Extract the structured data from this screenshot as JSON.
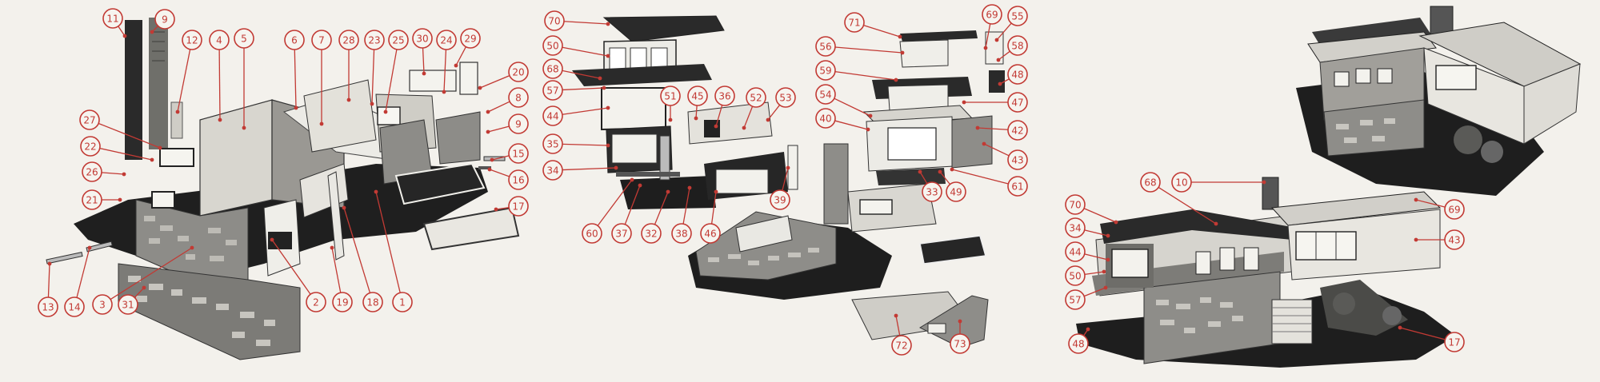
{
  "colors": {
    "background": "#f3f1ec",
    "accent": "#c23a34",
    "ink": "#1e1e1e",
    "stone": "#8a8a86",
    "wall": "#d9d7d1"
  },
  "labels": {
    "c1": "1",
    "c2": "2",
    "c3": "3",
    "c4": "4",
    "c5": "5",
    "c6": "6",
    "c7": "7",
    "c8": "8",
    "c9": "9",
    "c10": "10",
    "c11": "11",
    "c12": "12",
    "c13": "13",
    "c14": "14",
    "c15": "15",
    "c16": "16",
    "c17": "17",
    "c18": "18",
    "c19": "19",
    "c20": "20",
    "c21": "21",
    "c22": "22",
    "c23": "23",
    "c24": "24",
    "c25": "25",
    "c26": "26",
    "c27": "27",
    "c28": "28",
    "c29": "29",
    "c30": "30",
    "c31": "31",
    "c32": "32",
    "c33": "33",
    "c34": "34",
    "c35": "35",
    "c36": "36",
    "c37": "37",
    "c38": "38",
    "c39": "39",
    "c40": "40",
    "c42": "42",
    "c43": "43",
    "c44": "44",
    "c45": "45",
    "c46": "46",
    "c47": "47",
    "c48": "48",
    "c49": "49",
    "c50": "50",
    "c51": "51",
    "c52": "52",
    "c53": "53",
    "c54": "54",
    "c55": "55",
    "c56": "56",
    "c57": "57",
    "c58": "58",
    "c59": "59",
    "c60": "60",
    "c61": "61",
    "c68": "68",
    "c69": "69",
    "c70": "70",
    "c71": "71",
    "c72": "72",
    "c73": "73"
  }
}
